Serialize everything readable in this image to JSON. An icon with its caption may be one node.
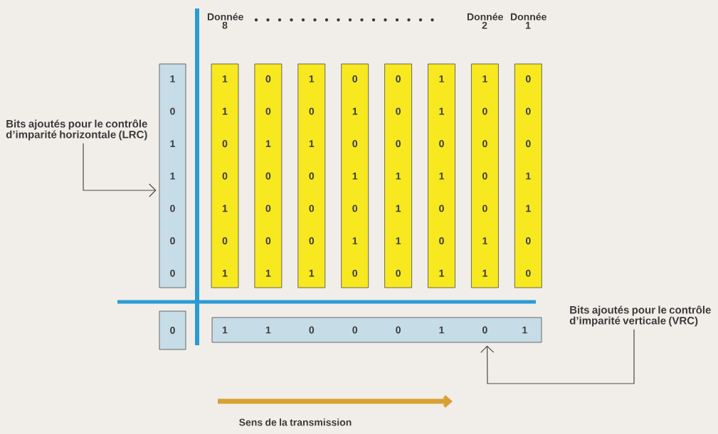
{
  "diagram": {
    "nodes": [
      {
        "text": [
          "1",
          "0",
          "1",
          "1",
          "0",
          "0",
          "0"
        ]
      },
      {
        "text": [
          "1",
          "1",
          "0",
          "0",
          "1",
          "0",
          "1"
        ]
      },
      {
        "text": [
          "0",
          "0",
          "1",
          "0",
          "0",
          "0",
          "1"
        ]
      },
      {
        "text": [
          "1",
          "0",
          "1",
          "0",
          "0",
          "0",
          "1"
        ]
      },
      {
        "text": [
          "0",
          "1",
          "0",
          "1",
          "0",
          "1",
          "0"
        ]
      },
      {
        "text": [
          "0",
          "0",
          "0",
          "1",
          "1",
          "1",
          "0"
        ]
      },
      {
        "text": [
          "1",
          "1",
          "0",
          "1",
          "0",
          "0",
          "1"
        ]
      },
      {
        "text": [
          "1",
          "0",
          "0",
          "0",
          "0",
          "1",
          "1"
        ]
      },
      {
        "text": [
          "0",
          "0",
          "0",
          "1",
          "1",
          "0",
          "0"
        ]
      },
      {
        "text": [
          "0"
        ]
      },
      {
        "text": [
          "1",
          "1",
          "0",
          "0",
          "0",
          "1",
          "0",
          "1"
        ]
      },
      {
        "text": [
          "Bits ajoutés pour le contrôle d’imparité horizontale (LRC)"
        ]
      },
      {
        "text": [
          "Bits ajoutés pour le contrôle d’imparité verticale (VRC)"
        ]
      }
    ],
    "edges": [
      {
        "from": 11,
        "to": 0,
        "arrow": "to"
      },
      {
        "from": 12,
        "to": 10,
        "arrow": "to"
      }
    ],
    "labels": [
      "Donnée 8",
      "Donnée 2",
      "Donnée 1",
      "Sens de la transmission"
    ]
  }
}
